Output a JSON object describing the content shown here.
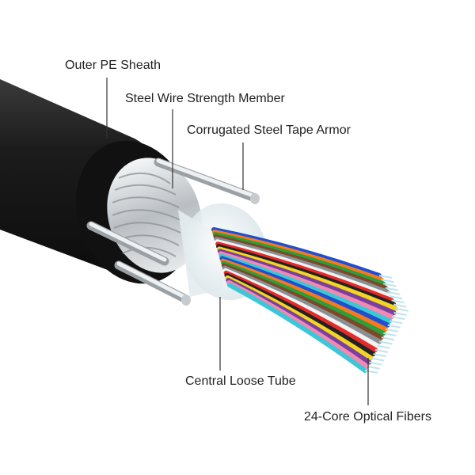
{
  "labels": {
    "outer_sheath": "Outer PE Sheath",
    "strength_member": "Steel Wire Strength Member",
    "armor": "Corrugated Steel Tape Armor",
    "loose_tube": "Central Loose Tube",
    "fibers": "24-Core Optical Fibers"
  },
  "colors": {
    "sheath": "#1a1a1a",
    "steel": "#cfd3d6",
    "tube": "#e8f0f2",
    "fibers": [
      "#1f4fd1",
      "#f47a1e",
      "#2e9e3a",
      "#7a4a2a",
      "#8a8f93",
      "#f2f2f2",
      "#e52a2a",
      "#222222",
      "#f3d323",
      "#7b3fa0",
      "#f08ab0",
      "#3fc6d6",
      "#1f4fd1",
      "#f47a1e",
      "#2e9e3a",
      "#7a4a2a",
      "#8a8f93",
      "#f2f2f2",
      "#e52a2a",
      "#222222",
      "#f3d323",
      "#7b3fa0",
      "#f08ab0",
      "#3fc6d6"
    ]
  }
}
